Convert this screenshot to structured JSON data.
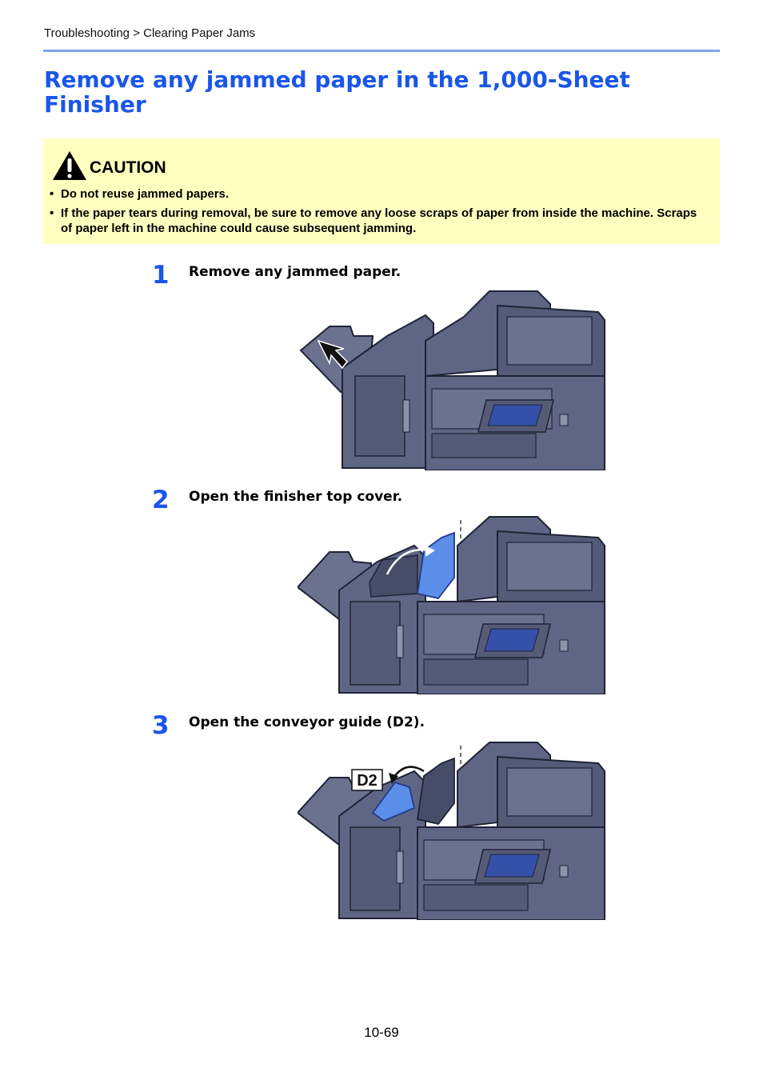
{
  "breadcrumb": "Troubleshooting > Clearing Paper Jams",
  "title": "Remove any jammed paper in the 1,000-Sheet Finisher",
  "caution": {
    "label": "CAUTION",
    "items": [
      "Do not reuse jammed papers.",
      "If the paper tears during removal, be sure to remove any loose scraps of paper from inside the machine. Scraps of paper left in the machine could cause subsequent jamming."
    ]
  },
  "steps": [
    {
      "number": "1",
      "text": "Remove any jammed paper."
    },
    {
      "number": "2",
      "text": "Open the finisher top cover."
    },
    {
      "number": "3",
      "text": "Open the conveyor guide (D2).",
      "callout": "D2"
    }
  ],
  "colors": {
    "heading": "#1a56e8",
    "caution_bg": "#ffffc0",
    "machine": "#5f6685",
    "highlight": "#5b8ee8"
  },
  "icons": [
    "warning-triangle-icon",
    "arrow-icon"
  ],
  "page_number": "10-69"
}
